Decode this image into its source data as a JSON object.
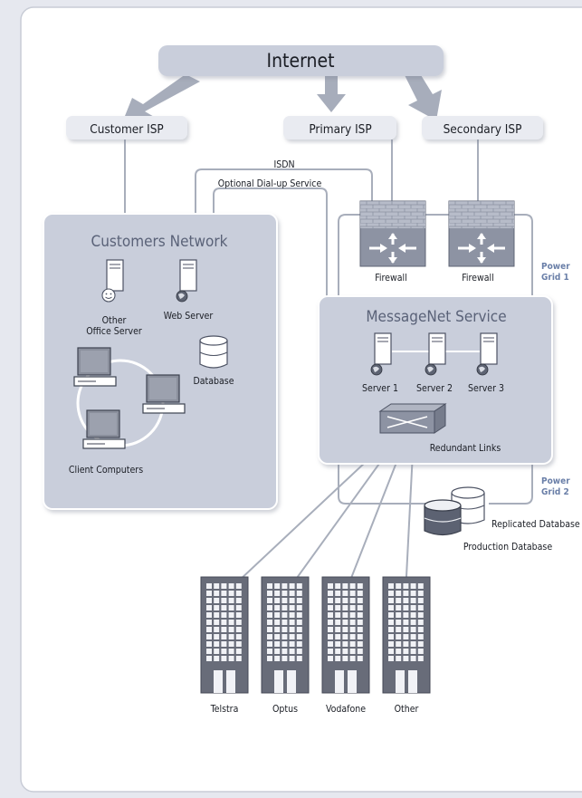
{
  "internet": "Internet",
  "isps": {
    "customer": "Customer ISP",
    "primary": "Primary ISP",
    "secondary": "Secondary ISP"
  },
  "links": {
    "isdn": "ISDN",
    "dialup": "Optional Dial-up Service",
    "redundant": "Redundant Links"
  },
  "customers_network": {
    "title": "Customers Network",
    "other_office_line1": "Other",
    "other_office_line2": "Office Server",
    "web_server": "Web Server",
    "database": "Database",
    "client_computers": "Client Computers"
  },
  "firewalls": [
    "Firewall",
    "Firewall"
  ],
  "power": {
    "grid1_line1": "Power",
    "grid1_line2": "Grid 1",
    "grid2_line1": "Power",
    "grid2_line2": "Grid 2"
  },
  "messagenet": {
    "title": "MessageNet Service",
    "servers": [
      "Server 1",
      "Server 2",
      "Server 3"
    ]
  },
  "databases": {
    "replicated": "Replicated Database",
    "production": "Production Database"
  },
  "carriers": [
    "Telstra",
    "Optus",
    "Vodafone",
    "Other"
  ],
  "colors": {
    "panel": "#ffffff",
    "box": "#c9cedb",
    "box_stroke": "#9aa1b2",
    "line": "#a8aebb",
    "label_blue": "#6a7fa8",
    "title": "#5a6278",
    "text": "#1a1d24",
    "building": "#686c79"
  }
}
